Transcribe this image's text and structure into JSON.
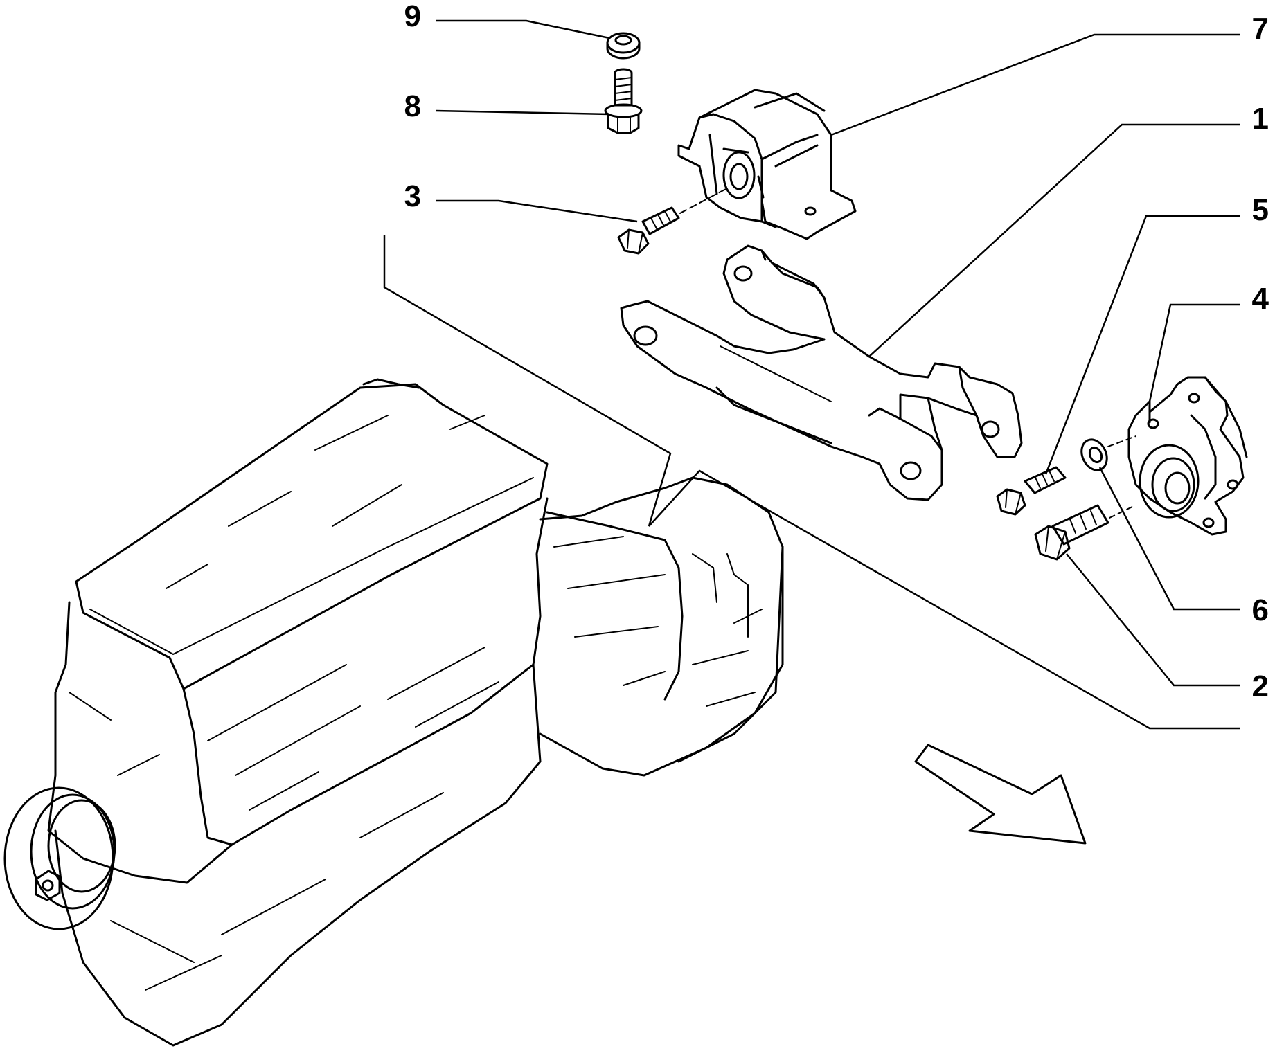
{
  "colors": {
    "ink": "#000000",
    "paper": "#ffffff"
  },
  "callouts": [
    {
      "id": "9",
      "text": "9"
    },
    {
      "id": "8",
      "text": "8"
    },
    {
      "id": "3",
      "text": "3"
    },
    {
      "id": "7",
      "text": "7"
    },
    {
      "id": "1",
      "text": "1"
    },
    {
      "id": "5",
      "text": "5"
    },
    {
      "id": "4",
      "text": "4"
    },
    {
      "id": "6",
      "text": "6"
    },
    {
      "id": "2",
      "text": "2"
    }
  ],
  "icons": {
    "direction": "arrow-right-down-icon"
  }
}
